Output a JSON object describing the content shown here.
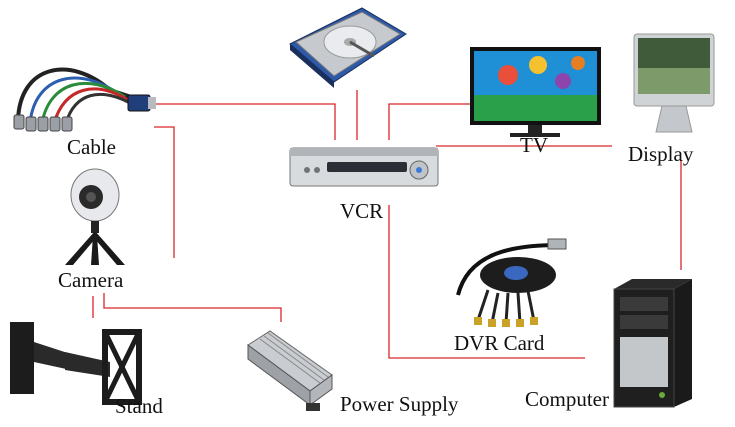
{
  "nodes": {
    "cable": {
      "label": "Cable",
      "icon": "vga-cable-icon"
    },
    "camera": {
      "label": "Camera",
      "icon": "webcam-icon"
    },
    "stand": {
      "label": "Stand",
      "icon": "tv-wall-mount-icon"
    },
    "power_supply": {
      "label": "Power Supply",
      "icon": "power-supply-icon"
    },
    "hard_drive": {
      "label": "",
      "icon": "hard-drive-icon"
    },
    "vcr": {
      "label": "VCR",
      "icon": "dvr-recorder-icon"
    },
    "tv": {
      "label": "TV",
      "icon": "flat-tv-icon"
    },
    "display": {
      "label": "Display",
      "icon": "monitor-icon"
    },
    "dvr_card": {
      "label": "DVR Card",
      "icon": "dvr-capture-card-icon"
    },
    "computer": {
      "label": "Computer",
      "icon": "pc-tower-icon"
    }
  },
  "colors": {
    "wire": "#d9262b"
  }
}
